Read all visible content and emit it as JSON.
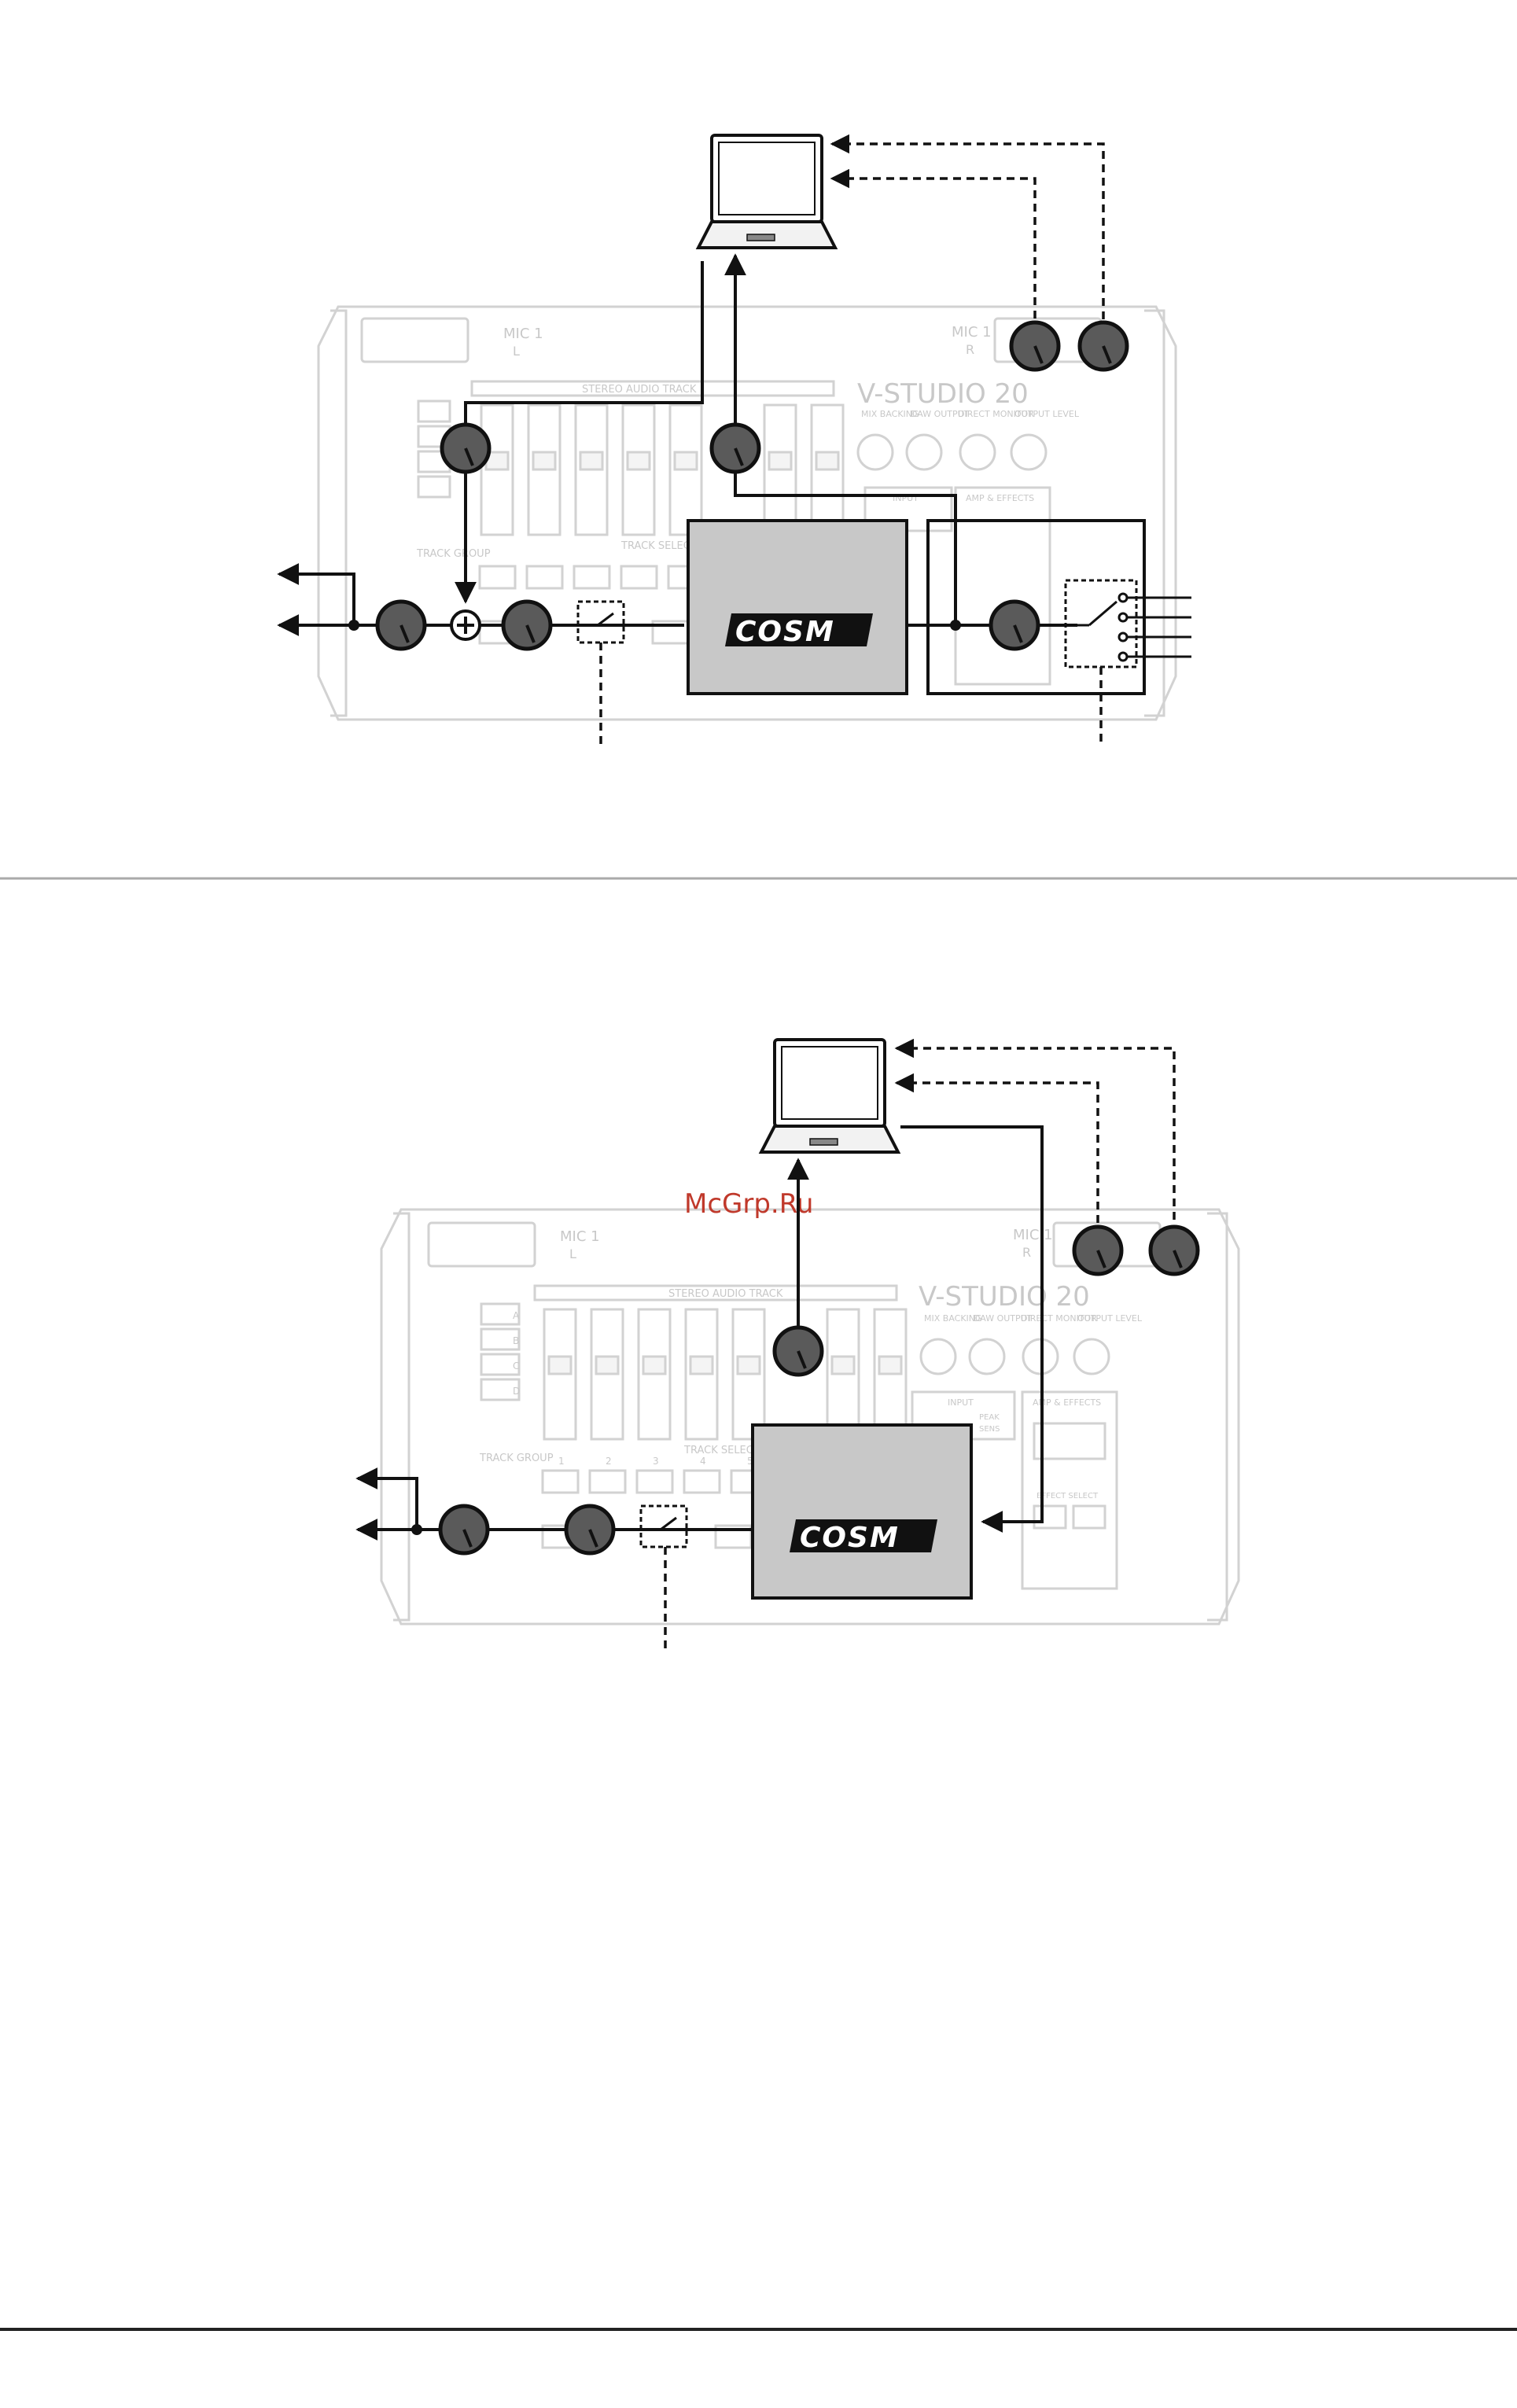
{
  "watermark": "McGrp.Ru",
  "device": {
    "brand": "V-STUDIO 20",
    "mic_left": "MIC 1",
    "mic_left_sub": "L",
    "mic_right": "MIC 1",
    "mic_right_sub": "R",
    "stereo_audio_track": "STEREO AUDIO TRACK",
    "track_select": "TRACK SELECT",
    "track_group": "TRACK GROUP",
    "scene_buttons": [
      "A",
      "B",
      "C",
      "D"
    ],
    "track_numbers": [
      "1",
      "2",
      "3",
      "4",
      "5"
    ],
    "knob_labels": [
      "MIX BACKING",
      "DAW OUTPUT",
      "DIRECT MONITOR",
      "OUTPUT LEVEL"
    ],
    "input_label": "INPUT",
    "amp_effects_label": "AMP & EFFECTS",
    "peak_label": "PEAK",
    "sens_label": "SENS",
    "effect_select_label": "EFFECT SELECT"
  },
  "diagrams": [
    {
      "id": "upper",
      "cosm_label": "COSM"
    },
    {
      "id": "lower",
      "cosm_label": "COSM"
    }
  ],
  "icons": [
    "laptop-icon",
    "knob-icon",
    "summing-junction-icon",
    "switch-icon",
    "arrow-icon"
  ]
}
